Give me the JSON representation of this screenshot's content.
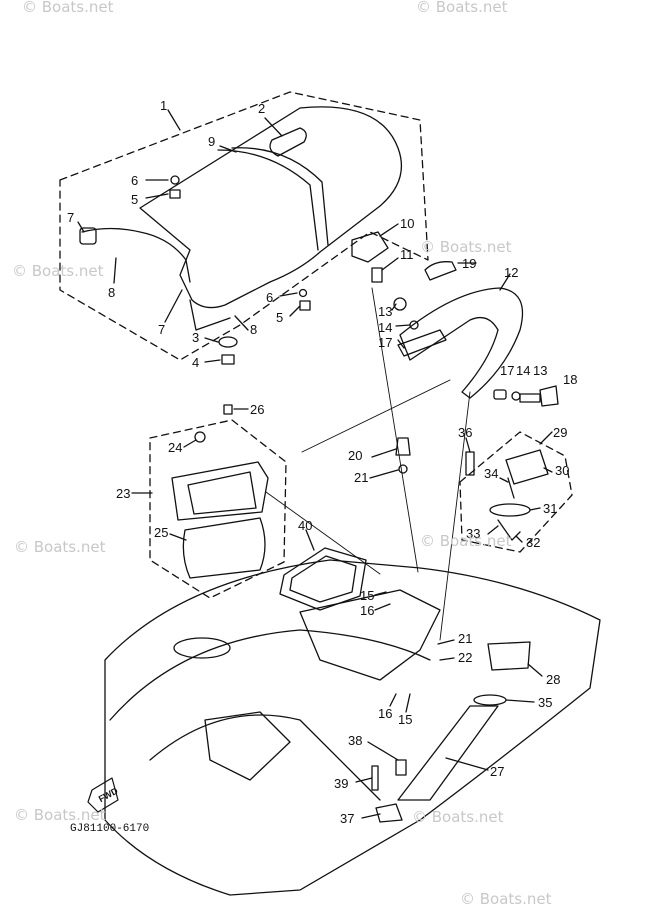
{
  "watermarks": [
    "© Boats.net",
    "© Boats.net",
    "© Boats.net",
    "© Boats.net",
    "© Boats.net",
    "© Boats.net",
    "© Boats.net",
    "© Boats.net",
    "© Boats.net"
  ],
  "drawing_code": "GJ81100-6170",
  "fwd_label": "FWD",
  "callouts": [
    "1",
    "2",
    "9",
    "6",
    "5",
    "7",
    "8",
    "7",
    "3",
    "4",
    "8",
    "6",
    "5",
    "10",
    "11",
    "19",
    "12",
    "13",
    "14",
    "17",
    "17",
    "14",
    "13",
    "18",
    "26",
    "24",
    "23",
    "25",
    "20",
    "21",
    "36",
    "29",
    "34",
    "30",
    "31",
    "33",
    "32",
    "40",
    "15",
    "16",
    "21",
    "22",
    "28",
    "16",
    "15",
    "35",
    "38",
    "27",
    "39",
    "37"
  ]
}
